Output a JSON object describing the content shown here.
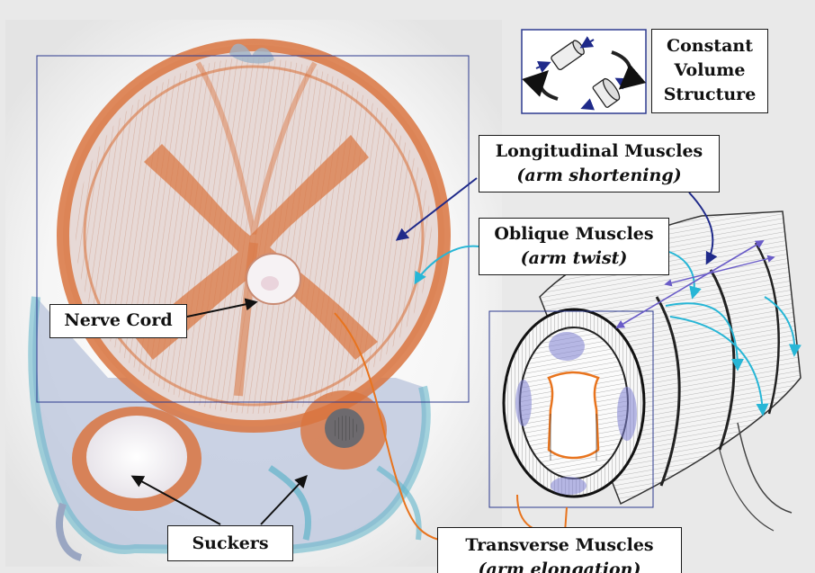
{
  "labels": {
    "constant": [
      "Constant",
      "Volume",
      "Structure"
    ],
    "longitudinal": {
      "name": "Longitudinal Muscles",
      "role": "(arm shortening)"
    },
    "oblique": {
      "name": "Oblique Muscles",
      "role": "(arm twist)"
    },
    "nerve": "Nerve Cord",
    "suckers": "Suckers",
    "transverse": {
      "name": "Transverse Muscles",
      "role": "(arm elongation)"
    }
  },
  "colors": {
    "background": "#e9e9e9",
    "tissue_orange": "#d9743f",
    "tissue_blue": "#5fb4c9",
    "arrow_dark_blue": "#1f2a8a",
    "arrow_cyan": "#27b6d6",
    "arrow_orange": "#e8741e",
    "arrow_black": "#111111",
    "highlight_purple": "#7d7fd1"
  },
  "icons": {
    "constant_volume": "cylinder-deformation-icon",
    "cross_section": "octopus-arm-cross-section-photo",
    "arm_drawing": "octopus-arm-3d-drawing"
  }
}
